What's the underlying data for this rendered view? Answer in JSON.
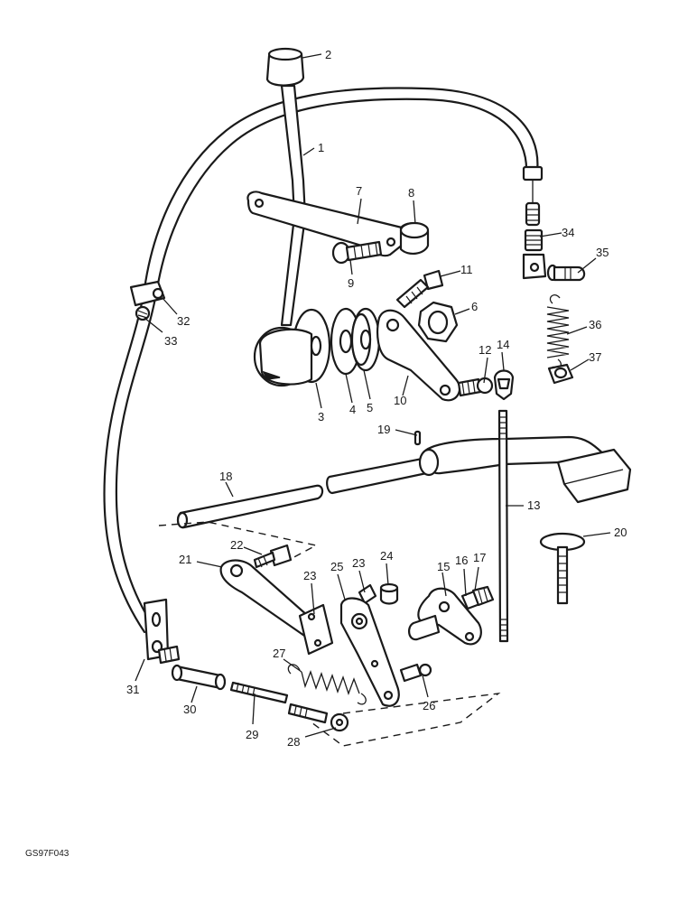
{
  "drawing_ref": "GS97F043",
  "callouts": [
    {
      "id": "1",
      "text": "1"
    },
    {
      "id": "2",
      "text": "2"
    },
    {
      "id": "3",
      "text": "3"
    },
    {
      "id": "4",
      "text": "4"
    },
    {
      "id": "5",
      "text": "5"
    },
    {
      "id": "6",
      "text": "6"
    },
    {
      "id": "7",
      "text": "7"
    },
    {
      "id": "8",
      "text": "8"
    },
    {
      "id": "9",
      "text": "9"
    },
    {
      "id": "10",
      "text": "10"
    },
    {
      "id": "11",
      "text": "11"
    },
    {
      "id": "12",
      "text": "12"
    },
    {
      "id": "13",
      "text": "13"
    },
    {
      "id": "14",
      "text": "14"
    },
    {
      "id": "15",
      "text": "15"
    },
    {
      "id": "16",
      "text": "16"
    },
    {
      "id": "17",
      "text": "17"
    },
    {
      "id": "18",
      "text": "18"
    },
    {
      "id": "19",
      "text": "19"
    },
    {
      "id": "20",
      "text": "20"
    },
    {
      "id": "21",
      "text": "21"
    },
    {
      "id": "22",
      "text": "22"
    },
    {
      "id": "23a",
      "text": "23"
    },
    {
      "id": "23b",
      "text": "23"
    },
    {
      "id": "24",
      "text": "24"
    },
    {
      "id": "25",
      "text": "25"
    },
    {
      "id": "26",
      "text": "26"
    },
    {
      "id": "27",
      "text": "27"
    },
    {
      "id": "28",
      "text": "28"
    },
    {
      "id": "29",
      "text": "29"
    },
    {
      "id": "30",
      "text": "30"
    },
    {
      "id": "31",
      "text": "31"
    },
    {
      "id": "32",
      "text": "32"
    },
    {
      "id": "33",
      "text": "33"
    },
    {
      "id": "34",
      "text": "34"
    },
    {
      "id": "35",
      "text": "35"
    },
    {
      "id": "36",
      "text": "36"
    },
    {
      "id": "37",
      "text": "37"
    }
  ]
}
